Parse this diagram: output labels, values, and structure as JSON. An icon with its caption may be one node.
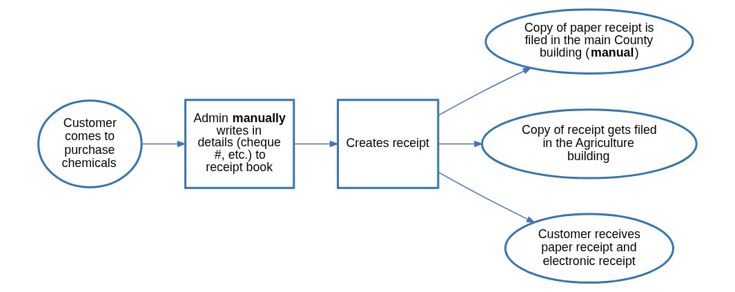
{
  "diagram": {
    "nodes": [
      {
        "text": [
          "Customer comes to purchase chemicals"
        ]
      },
      {
        "text": [
          "Admin **manually** writes in details (cheque #, etc.) to receipt book"
        ]
      },
      {
        "text": [
          "Creates receipt"
        ]
      },
      {
        "text": [
          "Copy of paper receipt is filed in the main County building (**manual**)"
        ]
      },
      {
        "text": [
          "Copy of receipt gets filed in the Agriculture building"
        ]
      },
      {
        "text": [
          "Customer receives paper receipt and electronic receipt"
        ]
      }
    ],
    "edges": [
      {
        "from": 0,
        "to": 1,
        "arrow": "to"
      },
      {
        "from": 1,
        "to": 2,
        "arrow": "to"
      },
      {
        "from": 2,
        "to": 3,
        "arrow": "to"
      },
      {
        "from": 2,
        "to": 4,
        "arrow": "to"
      },
      {
        "from": 2,
        "to": 5,
        "arrow": "to"
      }
    ]
  }
}
